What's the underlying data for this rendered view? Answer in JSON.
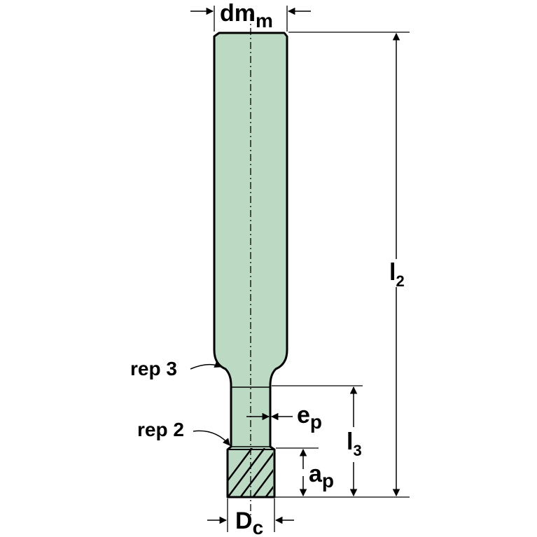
{
  "colors": {
    "body_fill": "#bcd9c4",
    "outline": "#000000",
    "background": "#ffffff"
  },
  "labels": {
    "dmm": {
      "main": "dm",
      "sub": "m"
    },
    "l2": {
      "main": "l",
      "sub": "2"
    },
    "l3": {
      "main": "l",
      "sub": "3"
    },
    "ep": {
      "main": "e",
      "sub": "p"
    },
    "ap": {
      "main": "a",
      "sub": "p"
    },
    "dc": {
      "main": "D",
      "sub": "c"
    },
    "rep3": "rep 3",
    "rep2": "rep 2"
  }
}
